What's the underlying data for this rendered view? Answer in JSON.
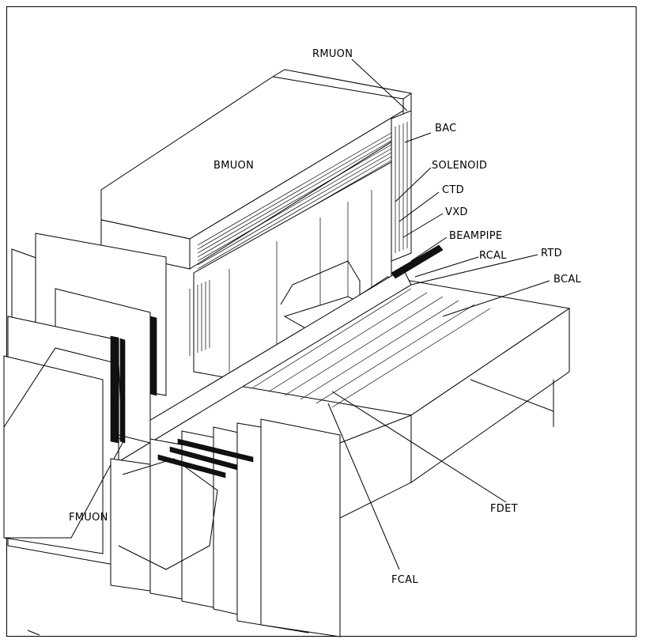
{
  "diagram": {
    "labels": {
      "rmuon": "RMUON",
      "bac": "BAC",
      "bmuon": "BMUON",
      "solenoid": "SOLENOID",
      "ctd": "CTD",
      "vxd": "VXD",
      "beampipe": "BEAMPIPE",
      "rcal": "RCAL",
      "rtd": "RTD",
      "bcal": "BCAL",
      "fmuon": "FMUON",
      "fdet": "FDET",
      "fcal": "FCAL"
    }
  }
}
